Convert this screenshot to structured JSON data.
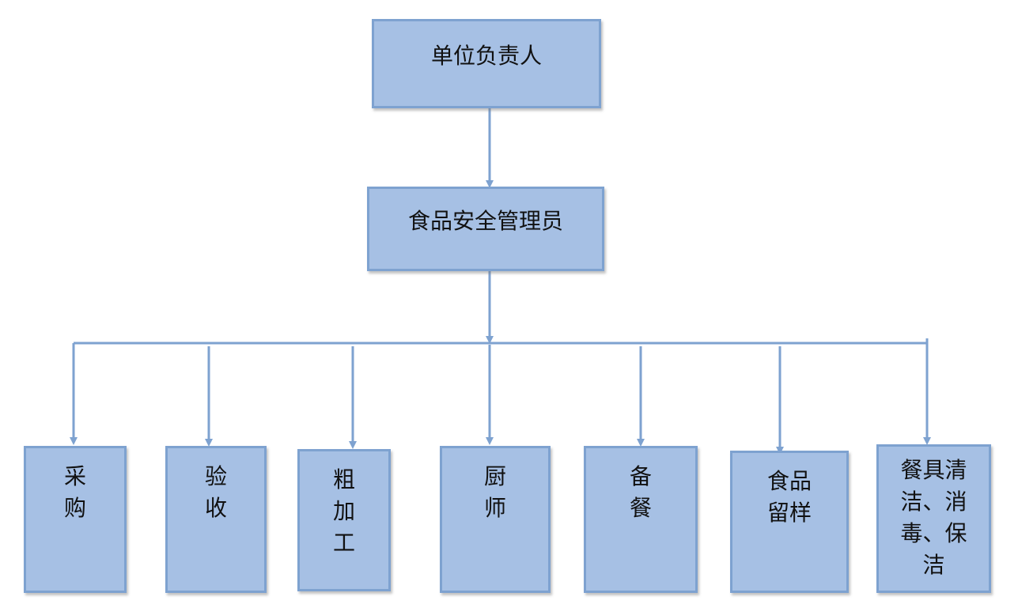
{
  "top_node": {
    "label": "单位负责人"
  },
  "middle_node": {
    "label": "食品安全管理员"
  },
  "children": [
    {
      "label": "采\n购"
    },
    {
      "label": "验\n收"
    },
    {
      "label": "粗\n加\n工"
    },
    {
      "label": "厨\n师"
    },
    {
      "label": "备\n餐"
    },
    {
      "label": "食品\n留样"
    },
    {
      "label": "餐具清\n洁、消\n毒、保\n洁"
    }
  ],
  "colors": {
    "box_fill": "#a6c0e4",
    "box_border": "#7ea2d0",
    "connector": "#7ea2d0"
  }
}
